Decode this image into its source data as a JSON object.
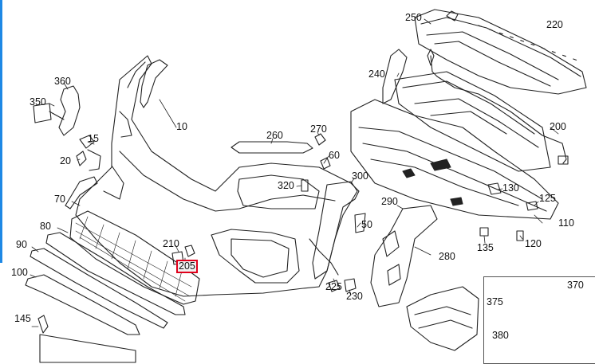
{
  "diagram": {
    "highlight_color": "#e0001b",
    "highlighted_part": "205",
    "callouts": [
      {
        "id": "10",
        "text": "10"
      },
      {
        "id": "15",
        "text": "15"
      },
      {
        "id": "20",
        "text": "20"
      },
      {
        "id": "50",
        "text": "50"
      },
      {
        "id": "60",
        "text": "60"
      },
      {
        "id": "70",
        "text": "70"
      },
      {
        "id": "80",
        "text": "80"
      },
      {
        "id": "90",
        "text": "90"
      },
      {
        "id": "100",
        "text": "100"
      },
      {
        "id": "110",
        "text": "110"
      },
      {
        "id": "120",
        "text": "120"
      },
      {
        "id": "125",
        "text": "125"
      },
      {
        "id": "130",
        "text": "130"
      },
      {
        "id": "135",
        "text": "135"
      },
      {
        "id": "145",
        "text": "145"
      },
      {
        "id": "200",
        "text": "200"
      },
      {
        "id": "205",
        "text": "205"
      },
      {
        "id": "210",
        "text": "210"
      },
      {
        "id": "220",
        "text": "220"
      },
      {
        "id": "225",
        "text": "225"
      },
      {
        "id": "230",
        "text": "230"
      },
      {
        "id": "240",
        "text": "240"
      },
      {
        "id": "250",
        "text": "250"
      },
      {
        "id": "260",
        "text": "260"
      },
      {
        "id": "270",
        "text": "270"
      },
      {
        "id": "280",
        "text": "280"
      },
      {
        "id": "290",
        "text": "290"
      },
      {
        "id": "300",
        "text": "300"
      },
      {
        "id": "320",
        "text": "320"
      },
      {
        "id": "350",
        "text": "350"
      },
      {
        "id": "360",
        "text": "360"
      },
      {
        "id": "370",
        "text": "370"
      },
      {
        "id": "375",
        "text": "375"
      },
      {
        "id": "380",
        "text": "380"
      }
    ]
  }
}
